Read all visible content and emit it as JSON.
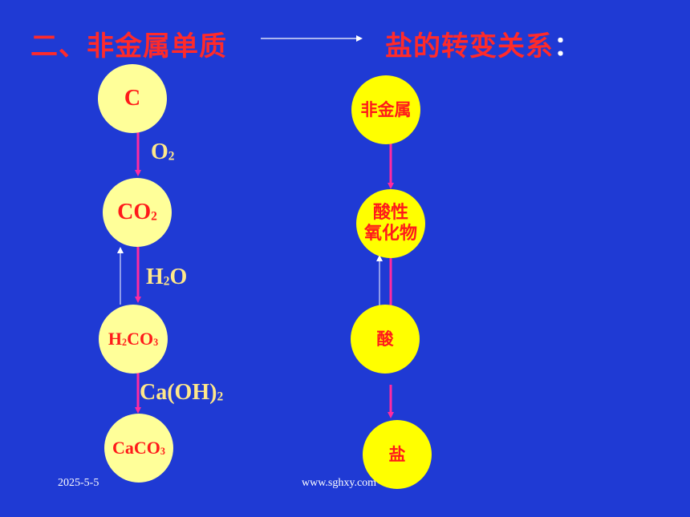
{
  "title": {
    "left": "二、非金属单质",
    "right": "盐的转变关系",
    "colon": "："
  },
  "chain_left": {
    "node1": {
      "main": "C"
    },
    "node2": {
      "main": "CO",
      "sub": "2"
    },
    "node3": {
      "main1": "H",
      "sub1": "2",
      "main2": "CO",
      "sub2": "3"
    },
    "node4": {
      "main": "CaCO",
      "sub": "3"
    },
    "reagent1": {
      "main": "O",
      "sub": "2"
    },
    "reagent2": {
      "main1": "H",
      "sub": "2",
      "main2": "O"
    },
    "reagent3": {
      "main": "Ca(OH)",
      "sub": "2"
    }
  },
  "chain_right": {
    "node1": "非金属",
    "node2_line1": "酸性",
    "node2_line2": "氧化物",
    "node3": "酸",
    "node4": "盐"
  },
  "footer": {
    "date": "2025-5-5",
    "site": "www.sghxy.com"
  },
  "colors": {
    "background": "#1f3ad4",
    "title": "#ff2a2a",
    "arrow": "#ff2aa0",
    "node_pale": "#ffff99",
    "node_yellow": "#ffff00",
    "reagent": "#ffe88a"
  }
}
